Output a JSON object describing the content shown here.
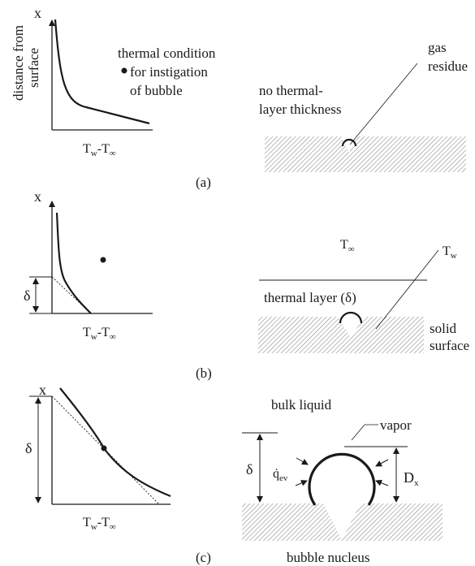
{
  "panel_a": {
    "x_axis": "x",
    "y_label_line1": "distance from",
    "y_label_line2": "surface",
    "x_label_main": "T",
    "x_label_sub1": "w",
    "x_label_dash": "-T",
    "x_label_sub2": "∞",
    "legend_line1": "thermal condition",
    "legend_line2": "for instigation",
    "legend_line3": "of bubble",
    "gas_line1": "gas",
    "gas_line2": "residue",
    "no_layer_line1": "no thermal-",
    "no_layer_line2": "layer thickness",
    "caption": "(a)"
  },
  "panel_b": {
    "x_axis": "x",
    "delta": "δ",
    "x_label_main": "T",
    "x_label_sub1": "w",
    "x_label_dash": "-T",
    "x_label_sub2": "∞",
    "t_inf_main": "T",
    "t_inf_sub": "∞",
    "t_w_main": "T",
    "t_w_sub": "w",
    "thermal_layer": "thermal layer (δ)",
    "solid_line1": "solid",
    "solid_line2": "surface",
    "caption": "(b)"
  },
  "panel_c": {
    "x_axis": "x",
    "delta_plot": "δ",
    "x_label_main": "T",
    "x_label_sub1": "w",
    "x_label_dash": "-T",
    "x_label_sub2": "∞",
    "bulk_liquid": "bulk liquid",
    "vapor": "vapor",
    "delta_bubble": "δ",
    "q_main": "q̇",
    "q_sub": "ev",
    "d_main": "D",
    "d_sub": "x",
    "bubble_nucleus": "bubble nucleus",
    "caption": "(c)"
  },
  "colors": {
    "ink": "#1a1a1a",
    "hatch": "#8c8c8c"
  }
}
